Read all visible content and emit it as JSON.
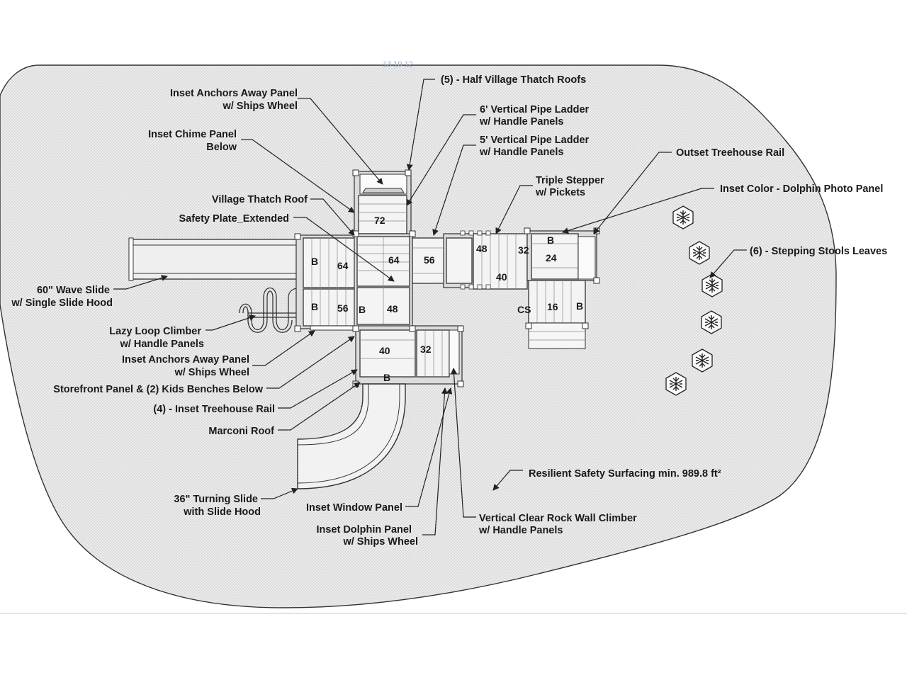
{
  "diagram": {
    "colors": {
      "surfacing_fill": "#e9e9e9",
      "surfacing_dots": "#9a9a9a",
      "outline": "#333333",
      "text": "#1a1a1a"
    },
    "labels": {
      "half_village_roofs": "(5) - Half Village Thatch Roofs",
      "anchors_top_1": "Inset Anchors Away Panel",
      "anchors_top_2": "w/ Ships Wheel",
      "ladder6_1": "6' Vertical Pipe Ladder",
      "ladder6_2": "w/ Handle Panels",
      "chime_1": "Inset Chime Panel",
      "chime_2": "Below",
      "ladder5_1": "5' Vertical Pipe Ladder",
      "ladder5_2": "w/ Handle Panels",
      "outset_rail": "Outset Treehouse Rail",
      "stepper_1": "Triple Stepper",
      "stepper_2": "w/ Pickets",
      "dolphin_photo": "Inset Color - Dolphin Photo Panel",
      "village_roof": "Village Thatch Roof",
      "safety_plate": "Safety Plate_Extended",
      "stepping_stools": "(6) - Stepping Stools Leaves",
      "wave_slide_1": "60\" Wave Slide",
      "wave_slide_2": "w/ Single Slide Hood",
      "lazy_loop_1": "Lazy Loop Climber",
      "lazy_loop_2": "w/ Handle Panels",
      "anchors_bot_1": "Inset Anchors Away Panel",
      "anchors_bot_2": "w/ Ships Wheel",
      "storefront": "Storefront Panel & (2) Kids Benches Below",
      "inset_rail": "(4) - Inset Treehouse Rail",
      "marconi": "Marconi Roof",
      "resilient": "Resilient Safety Surfacing min. 989.8 ft²",
      "turning_slide_1": "36\" Turning Slide",
      "turning_slide_2": "with Slide Hood",
      "window_panel": "Inset Window Panel",
      "rock_wall_1": "Vertical Clear Rock Wall Climber",
      "rock_wall_2": "w/ Handle Panels",
      "dolphin_panel_1": "Inset Dolphin Panel",
      "dolphin_panel_2": "w/ Ships Wheel"
    },
    "deck_marks": {
      "d72": "72",
      "d64a": "64",
      "d64b": "64",
      "d56a": "56",
      "d56b": "56",
      "d48a": "48",
      "d48b": "48",
      "d32a": "32",
      "d32b": "32",
      "d40a": "40",
      "d40b": "40",
      "d24": "24",
      "d16": "16",
      "cs": "CS",
      "b": "B"
    }
  }
}
